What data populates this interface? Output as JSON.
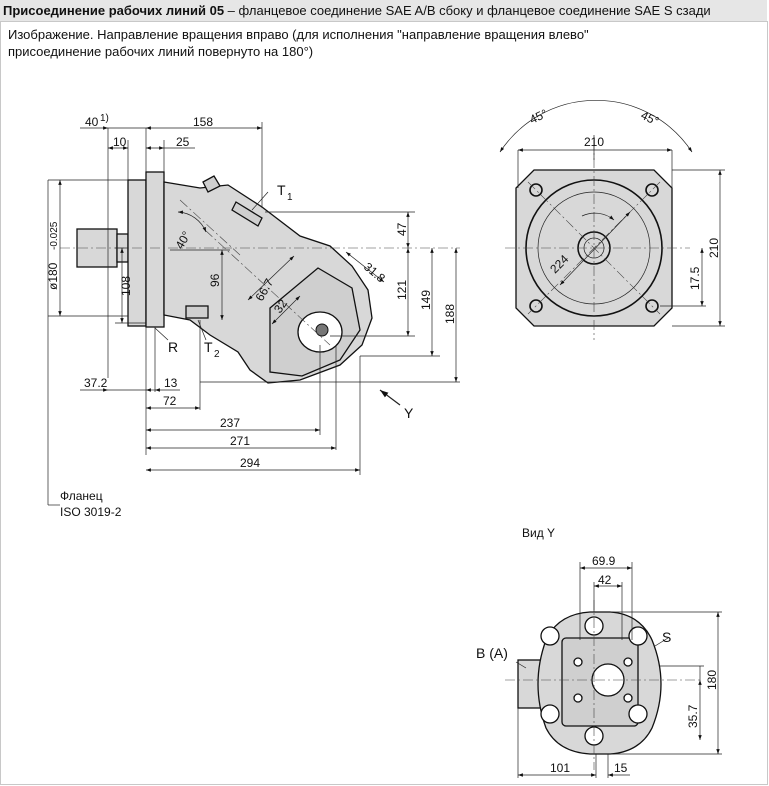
{
  "header": {
    "title_bold": "Присоединение рабочих линий 05",
    "title_rest": " – фланцевое соединение SAE A/B сбоку и фланцевое соединение SAE S сзади"
  },
  "description": {
    "line1": "Изображение. Направление вращения вправо (для исполнения \"направление вращения влево\"",
    "line2": "присоединение рабочих линий повернуто на 180°)"
  },
  "side_view": {
    "dims": {
      "d40": "40",
      "d40_note": "1)",
      "d158": "158",
      "d10": "10",
      "d25": "25",
      "angle40": "40°",
      "d47": "47",
      "d108": "108",
      "d96": "96",
      "d66_7": "66.7",
      "d32": "32",
      "d31_8": "31.8",
      "d121": "121",
      "d149": "149",
      "d188": "188",
      "d37_2": "37.2",
      "d13": "13",
      "d72": "72",
      "d237": "237",
      "d271": "271",
      "d294": "294",
      "dia180": "ø180",
      "dia180_tol": "-0.025"
    },
    "labels": {
      "t1": "T",
      "t1_sub": "1",
      "t2": "T",
      "t2_sub": "2",
      "r": "R",
      "y": "Y",
      "flange_title": "Фланец",
      "flange_std": "ISO 3019-2"
    }
  },
  "front_view": {
    "dims": {
      "angle_left": "45°",
      "angle_right": "45°",
      "d210_top": "210",
      "d210_right": "210",
      "d224": "224",
      "d17_5": "17.5"
    }
  },
  "view_y": {
    "title": "Вид Y",
    "dims": {
      "d69_9": "69.9",
      "d42": "42",
      "d180": "180",
      "d35_7": "35.7",
      "d101": "101",
      "d15": "15"
    },
    "labels": {
      "s": "S",
      "ba": "B (A)"
    }
  }
}
